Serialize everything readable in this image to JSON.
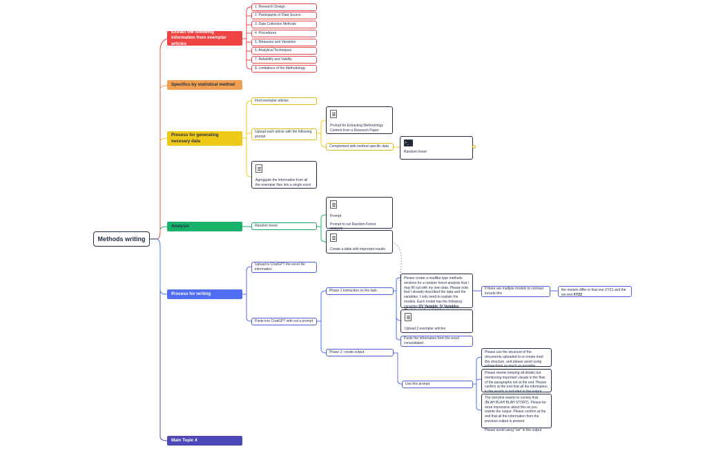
{
  "root": {
    "label": "Methods writing"
  },
  "topics": {
    "extract": {
      "label": "Extract the following information from exemplar articles",
      "color": "#ef4444",
      "items": [
        "1. Research Design",
        "2. Participants or Data Source",
        "3. Data Collection Methods",
        "4. Procedures",
        "5. Measures and Variables",
        "6. Analytical Techniques",
        "7. Reliability and Validity",
        "8. Limitations of the Methodology"
      ]
    },
    "specifics": {
      "label": "Specifics by statistical method",
      "color": "#f0a050"
    },
    "process_data": {
      "label": "Process for generating necesary data",
      "color": "#efc917",
      "find": "Find exemplar articles",
      "upload": "Upload each article with the following prompt",
      "prompt_card": "Prompt for Extracting Methodology Content from a Research Paper",
      "complement": "Complement with method specific data",
      "random_forest_card": "Random forest",
      "aggregate_card": "Agreggate the information from all the exemplar files into a single excel"
    },
    "analysis": {
      "label": "Analysis",
      "color": "#18b26b",
      "random_forest": "Random forest",
      "prompt_card_title": "Prompt",
      "prompt_card_body": "Prompt to run Random Forest analysis",
      "table_card": "Create a table with important results"
    },
    "writing": {
      "label": "Process for writing",
      "color": "#4f6ef2",
      "upload_excel": "Upload to ChatGPT the excel file information",
      "paste": "Paste into ChatGPT with out a prompt",
      "phase1": "Phase 1 Instruction on the task.",
      "phase1_prompt_plain": "Please create a madlibs type methods sections for a random forest analysis that I may fill out with my own data. Please note that I already described the data and the variables. I only need to explain the models. Each model has the following variables",
      "phase1_prompt_bold": "DV Variable, IV Variables (Explain each variable)",
      "multiple_models": "If there are multiple models to contrast include this",
      "models_differ_plain": "the models differ in that one XYZ1 and the second",
      "models_differ_bold": "XYZ2",
      "upload_exemplar": "Upload 2 exemplar articles",
      "paste_info": "Paste the information form the excel consolidated",
      "phase2": "Phase 2: create output",
      "use_prompt": "Use this prompt",
      "prompt_a": "Please use the structure of the documents uploaded to re-create mad libs structure, and please avoid using subsections as much as possible",
      "prompt_b": "Please rewrite keeping all details but mentioning important visuals in the flow of the paragraphs not at the end. Please confirm at the end that all the information in the results is included in the output",
      "prompt_c1": "The storyline seams to convey that (BLAH BLAH BLAH STORY). Please be more expressive about this as you rewrite the output. Please confirm at the end that all the information from the previous output is present.",
      "prompt_c2": "Please avoid using \"we\" in the output"
    },
    "main4": {
      "label": "Main Topic 4",
      "color": "#4c48b8"
    }
  }
}
